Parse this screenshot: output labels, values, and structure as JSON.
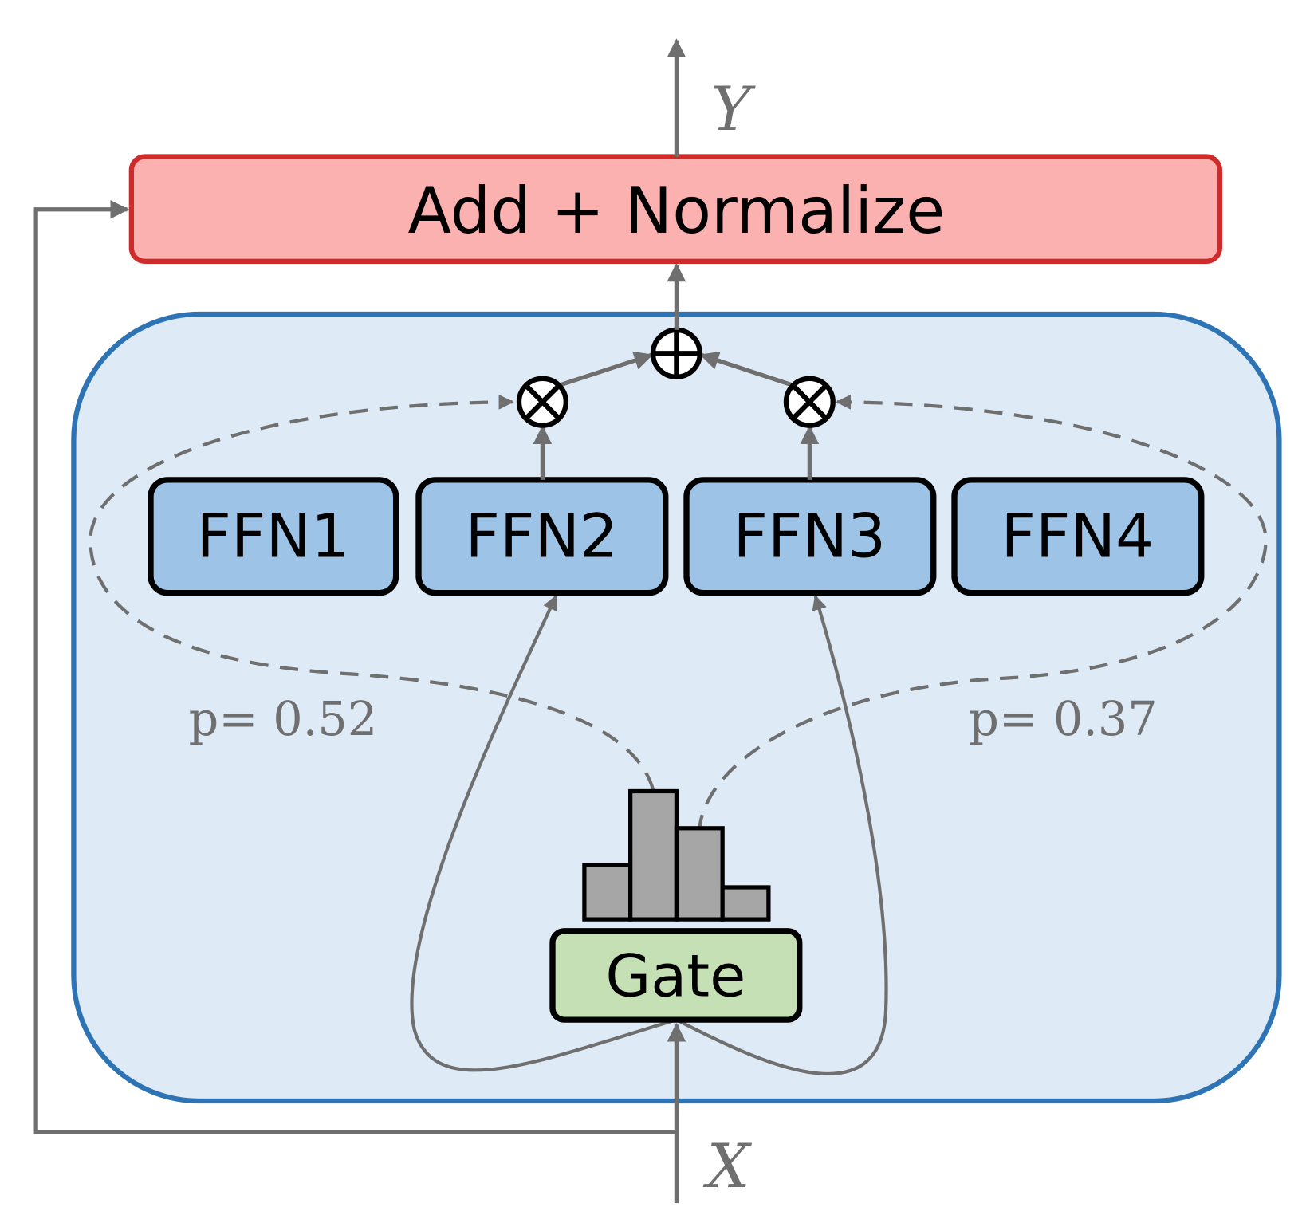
{
  "output_label": "Y",
  "input_label": "X",
  "add_norm": {
    "label": "Add + Normalize",
    "fill": "#fcb1b1",
    "stroke": "#d02b2b"
  },
  "moe_block": {
    "fill": "#deeaf6",
    "stroke": "#2e74b5"
  },
  "experts": [
    {
      "label": "FFN1",
      "selected": false
    },
    {
      "label": "FFN2",
      "selected": true
    },
    {
      "label": "FFN3",
      "selected": true
    },
    {
      "label": "FFN4",
      "selected": false
    }
  ],
  "expert_fill": "#9dc3e6",
  "gate": {
    "label": "Gate",
    "fill": "#c5e0b4"
  },
  "gate_distribution": [
    0.22,
    0.52,
    0.37,
    0.13
  ],
  "probabilities": {
    "left": "p= 0.52",
    "right": "p= 0.37"
  },
  "operators": {
    "multiply": "⊗",
    "add": "⊕"
  },
  "arrow_color": "#6f6f6f"
}
